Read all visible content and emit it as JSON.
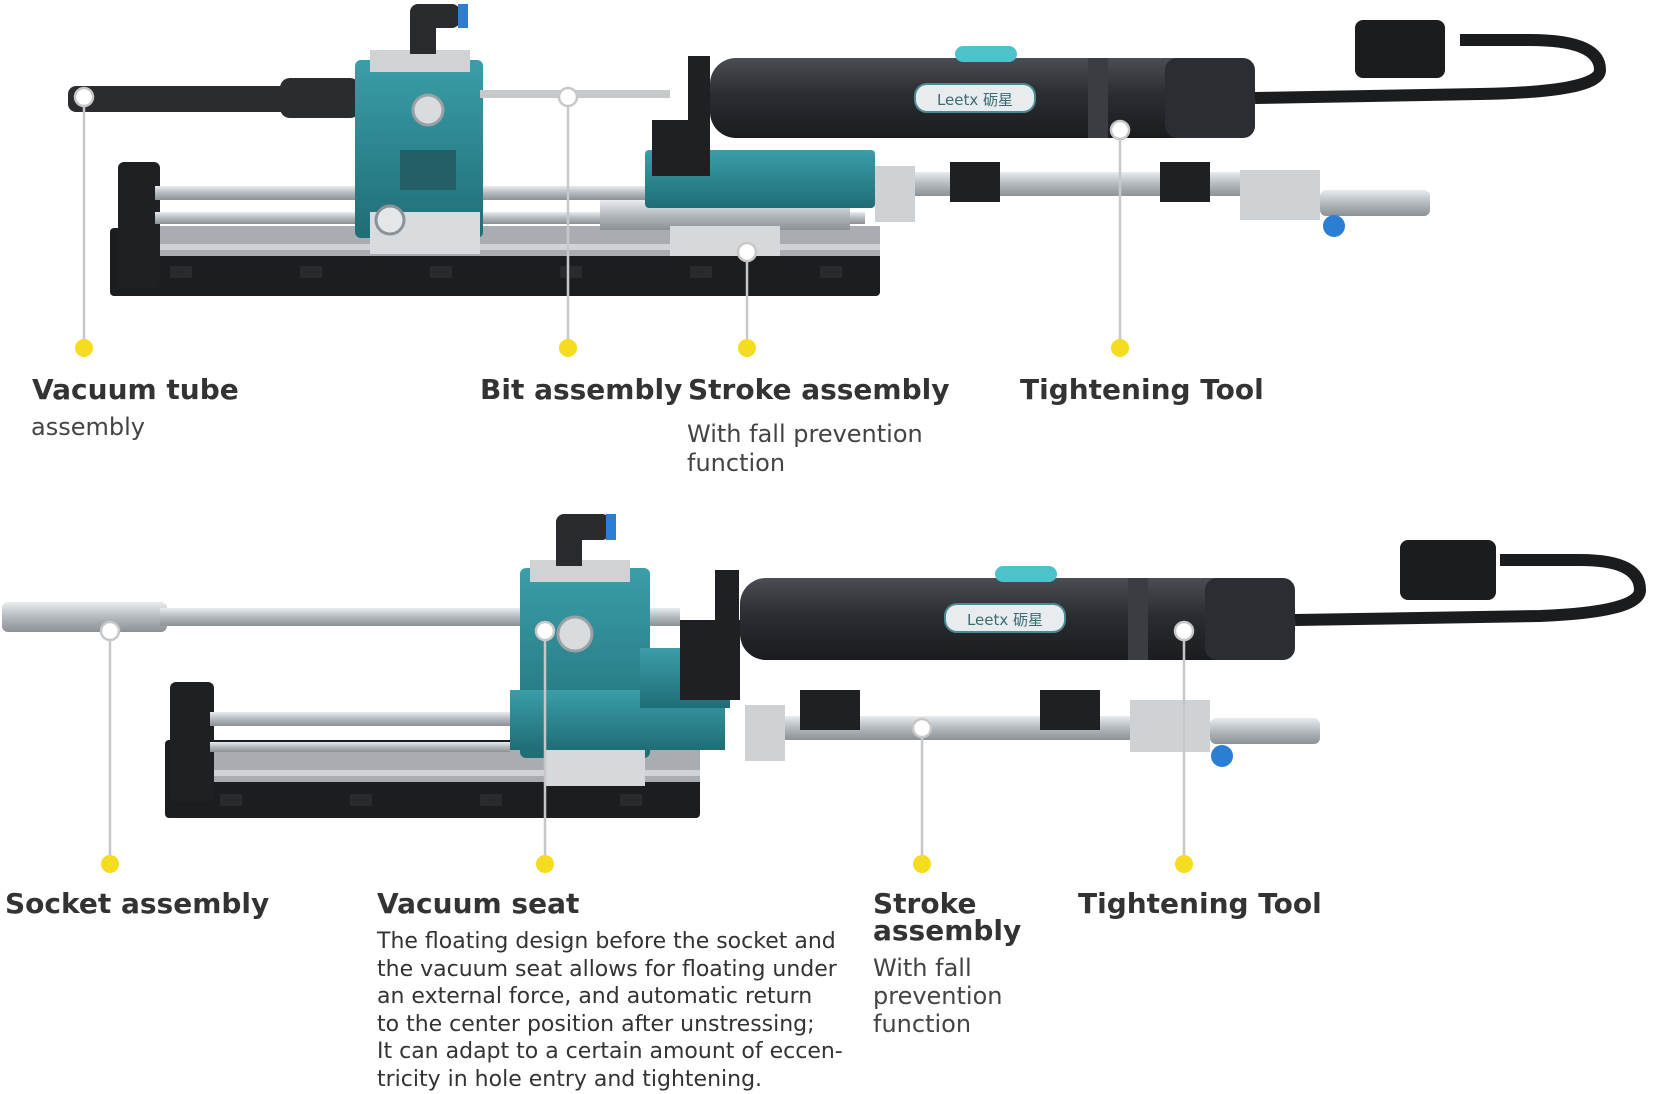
{
  "brand": {
    "logo_text": "Leetx 砺星"
  },
  "colors": {
    "accent_teal": "#2b8a94",
    "tool_dark": "#2a2d31",
    "metal": "#bfc3c7",
    "base": "#1c1d1f",
    "callout_line": "#c7c7c7",
    "callout_dot": "#f5dc1e",
    "fitting_blue": "#2a7fd4"
  },
  "top": {
    "vacuum_tube": {
      "title": "Vacuum tube",
      "sub": "assembly"
    },
    "bit_assembly": {
      "title": "Bit assembly"
    },
    "stroke_assembly": {
      "title": "Stroke assembly",
      "sub_1": "With fall prevention",
      "sub_2": "function"
    },
    "tightening_tool": {
      "title": "Tightening Tool"
    }
  },
  "bottom": {
    "socket_assembly": {
      "title": "Socket assembly"
    },
    "vacuum_seat": {
      "title": "Vacuum seat",
      "desc": [
        "The floating design before the socket and",
        "the vacuum seat allows for floating under",
        "an external force, and automatic return",
        "to the center position after unstressing;",
        "It can adapt to a certain amount of eccen-",
        "tricity in hole entry and tightening."
      ]
    },
    "stroke_assembly": {
      "title_1": "Stroke",
      "title_2": "assembly",
      "sub": [
        "With fall",
        "prevention",
        "function"
      ]
    },
    "tightening_tool": {
      "title": "Tightening Tool"
    }
  }
}
